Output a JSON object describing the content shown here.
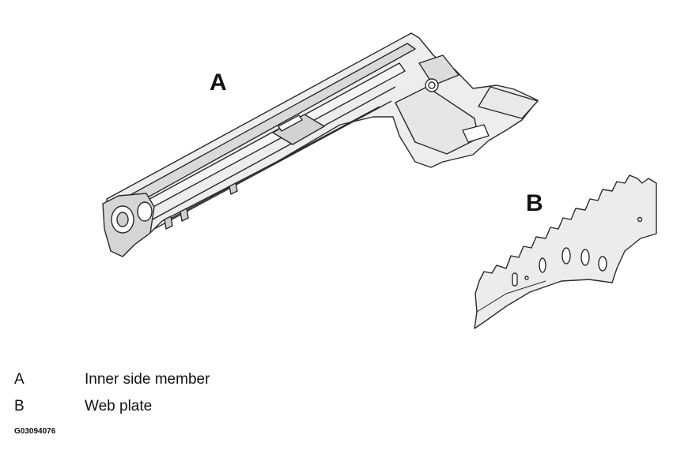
{
  "figure": {
    "callouts": [
      "A",
      "B"
    ],
    "legend": [
      {
        "key": "A",
        "description": "Inner side member"
      },
      {
        "key": "B",
        "description": "Web plate"
      }
    ],
    "code": "G03094076"
  },
  "colors": {
    "part_fill": "#ededed",
    "part_shade": "#d2d2d2",
    "outline": "#2a2a2a"
  }
}
